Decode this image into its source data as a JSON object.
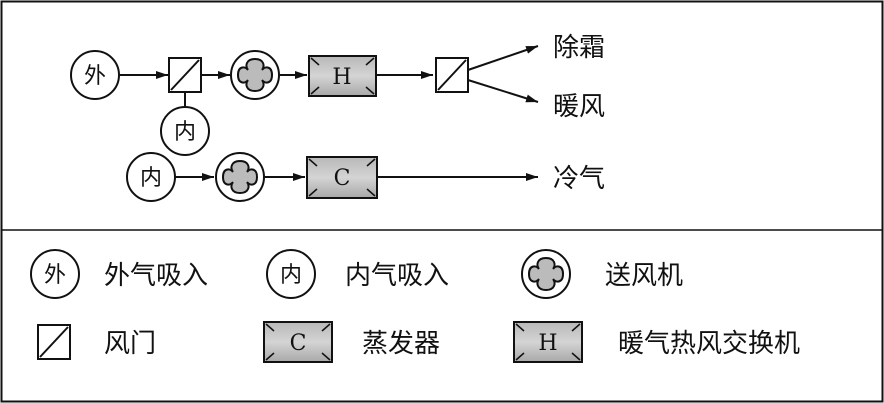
{
  "symbols": {
    "outside_air": "外",
    "inside_air": "内",
    "evaporator": "C",
    "heater_core": "H"
  },
  "flow_outputs": {
    "defrost": "除霜",
    "warm_air": "暖风",
    "cold_air": "冷气"
  },
  "legend": {
    "outside_air_label": "外气吸入",
    "inside_air_label": "内气吸入",
    "blower_label": "送风机",
    "damper_label": "风门",
    "evaporator_label": "蒸发器",
    "heater_core_label": "暖气热风交换机"
  },
  "icons": {
    "blower": "blower-fan-icon",
    "damper": "damper-icon"
  }
}
